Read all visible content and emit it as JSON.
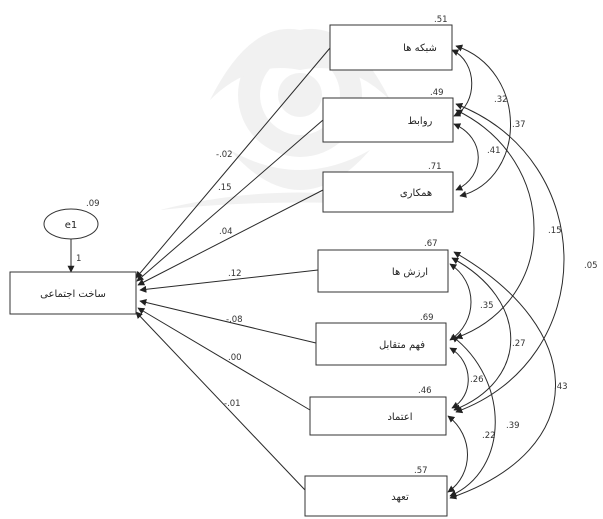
{
  "nodes": {
    "shabake": {
      "name": "شبکه ها",
      "r2": ".51"
    },
    "ravabet": {
      "name": "روابط",
      "r2": ".49"
    },
    "hamkari": {
      "name": "همکاری",
      "r2": ".71"
    },
    "arzesh": {
      "name": "ارزش ها",
      "r2": ".67"
    },
    "fahm": {
      "name": "فهم متقابل",
      "r2": ".69"
    },
    "etemad": {
      "name": "اعتماد",
      "r2": ".46"
    },
    "tahod": {
      "name": "تعهد",
      "r2": ".57"
    },
    "sakht": {
      "name": "ساخت اجتماعی"
    },
    "e1": {
      "name": "e1",
      "var": ".09",
      "path": "1"
    }
  },
  "paths": {
    "shabake": "-.02",
    "ravabet": ".15",
    "hamkari": ".04",
    "arzesh": ".12",
    "fahm": "-.08",
    "etemad": ".00",
    "tahod": "-.01"
  },
  "correlations": {
    "c1": ".32",
    "c2": ".37",
    "c3": ".41",
    "c4": ".15",
    "c5": ".05",
    "c6": ".35",
    "c7": ".27",
    "c8": ".43",
    "c9": ".26",
    "c10": ".39",
    "c11": ".22"
  }
}
